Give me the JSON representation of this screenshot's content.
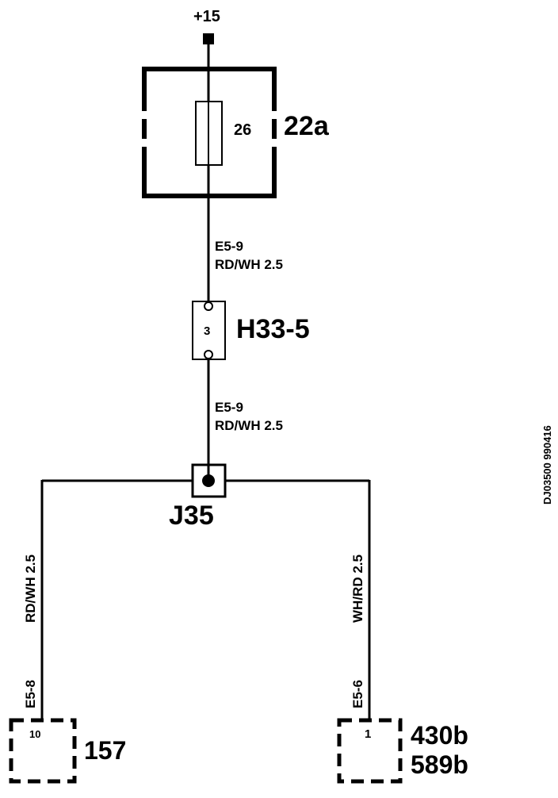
{
  "supply": {
    "label": "+15"
  },
  "fuse_box": {
    "id": "22a",
    "fuse_number": "26"
  },
  "wire_upper": {
    "code": "E5-9",
    "spec": "RD/WH 2.5"
  },
  "connector_h33": {
    "id": "H33-5",
    "pin": "3"
  },
  "wire_middle": {
    "code": "E5-9",
    "spec": "RD/WH 2.5"
  },
  "junction": {
    "id": "J35"
  },
  "left_branch": {
    "wire_spec": "RD/WH 2.5",
    "wire_code": "E5-8",
    "pin": "10",
    "component": "157"
  },
  "right_branch": {
    "wire_spec": "WH/RD 2.5",
    "wire_code": "E5-6",
    "pin": "1",
    "component_line1": "430b",
    "component_line2": "589b"
  },
  "doc_ref": "DJ03500 990416"
}
